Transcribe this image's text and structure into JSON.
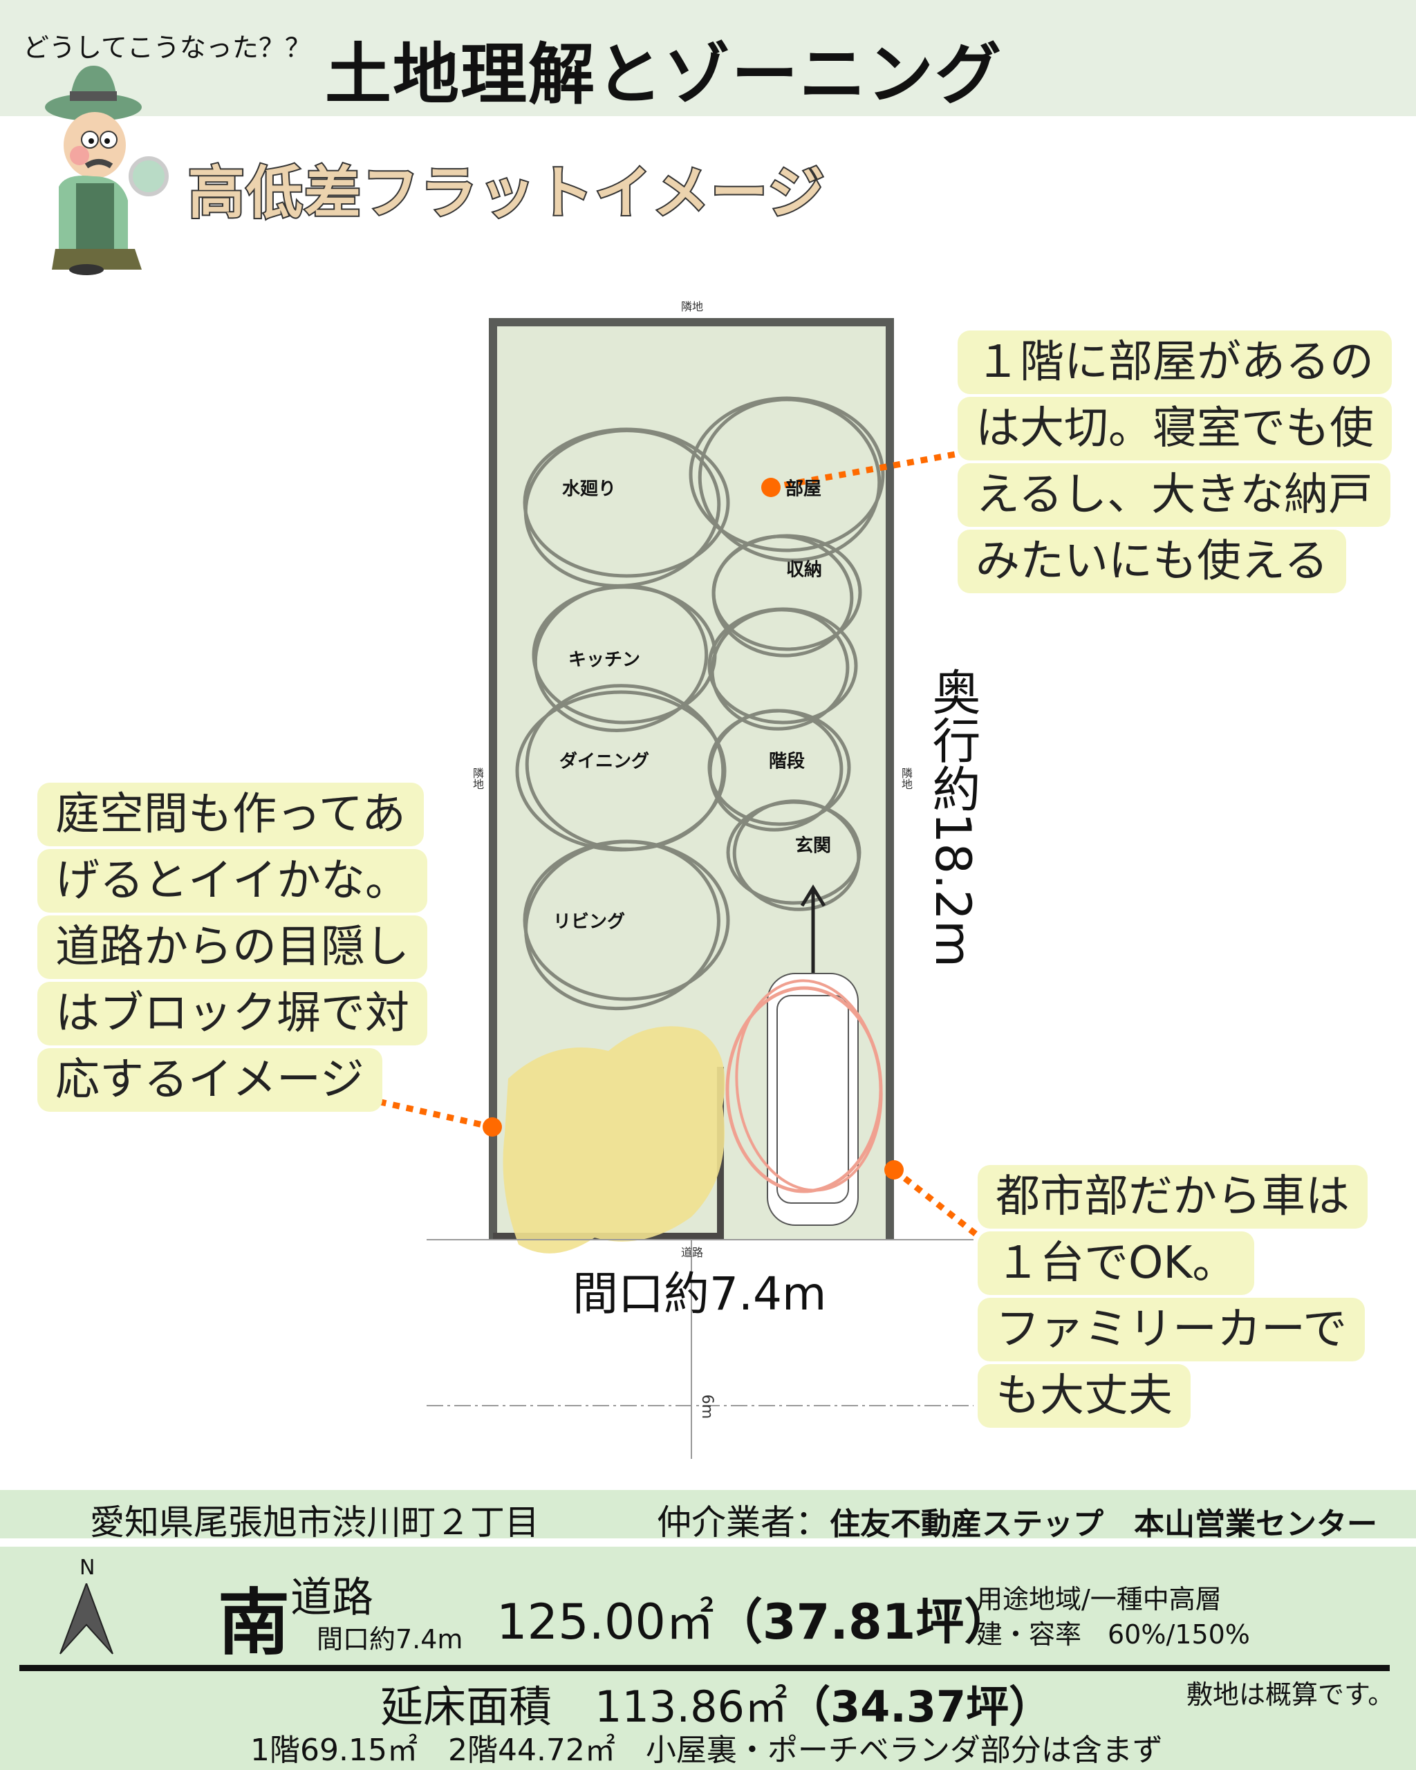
{
  "header": {
    "subtitle": "どうしてこうなった？？",
    "title": "土地理解とゾーニング",
    "section_title": "高低差フラットイメージ"
  },
  "plan": {
    "neighbor_top": "隣地",
    "neighbor_left": "隣地",
    "neighbor_right": "隣地",
    "road_label": "道路",
    "road_width": "6m",
    "depth": "奥行約18.2m",
    "frontage": "間口約7.4m",
    "rooms": [
      {
        "label": "水廻り"
      },
      {
        "label": "部屋"
      },
      {
        "label": "収納"
      },
      {
        "label": "キッチン"
      },
      {
        "label": "ダイニング"
      },
      {
        "label": "階段"
      },
      {
        "label": "玄関"
      },
      {
        "label": "リビング"
      }
    ]
  },
  "callouts": {
    "room": [
      "１階に部屋があるの",
      "は大切。寝室でも使",
      "えるし、大きな納戸",
      "みたいにも使える"
    ],
    "garden": [
      "庭空間も作ってあ",
      "げるとイイかな。",
      "道路からの目隠し",
      "はブロック塀で対",
      "応するイメージ"
    ],
    "car": [
      "都市部だから車は",
      "１台でOK。",
      "ファミリーカーで",
      "も大丈夫"
    ]
  },
  "footer": {
    "address": "愛知県尾張旭市渋川町２丁目",
    "broker_label": "仲介業者：",
    "broker_name": "住友不動産ステップ　本山営業センター",
    "north": "N",
    "road_dir": "南",
    "road_word": "道路",
    "frontage": "間口約7.4m",
    "land_area": "125.00㎡",
    "land_tsubo": "（37.81坪）",
    "zoning": "用途地域/一種中高層",
    "ratio": "建・容率　60%/150%",
    "floor_area_label": "延床面積",
    "floor_area": "113.86㎡",
    "floor_tsubo": "（34.37坪）",
    "note": "敷地は概算です。",
    "floor_detail": "1階69.15㎡　2階44.72㎡　小屋裏・ポーチベランダ部分は含まず"
  },
  "colors": {
    "header_bg": "#e6efe2",
    "footer_bg": "#d8ecd2",
    "lot_fill": "#e1e9d6",
    "callout_bg": "#f4f6c4",
    "accent_orange": "#ff6a00",
    "garden_yellow": "#f1e18f"
  }
}
